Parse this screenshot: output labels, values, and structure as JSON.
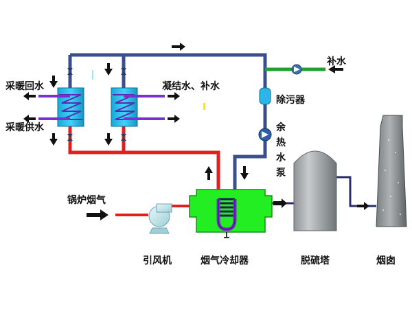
{
  "labels": {
    "heating_return": "采暖回水",
    "heating_supply": "采暖供水",
    "condensate_makeup": "凝结水、补水",
    "makeup_water": "补水",
    "decontaminator": "除污器",
    "waste_heat_pump": [
      "余",
      "热",
      "水",
      "泵"
    ],
    "boiler_flue_gas": "锅炉烟气",
    "induced_draft_fan": "引风机",
    "flue_gas_cooler": "烟气冷却器",
    "desulfurization_tower": "脱硫塔",
    "chimney": "烟囱"
  },
  "colors": {
    "hot_water_pipe": "#e02020",
    "cold_water_pipe": "#3a4f8c",
    "makeup_pipe": "#22a033",
    "heating_lines": "#7a2fd0",
    "heat_exchanger": "#25c1ef",
    "cooler_body": "#22ee22",
    "tower": "#9a9fa1",
    "flue_duct": "#2a2f6c"
  }
}
